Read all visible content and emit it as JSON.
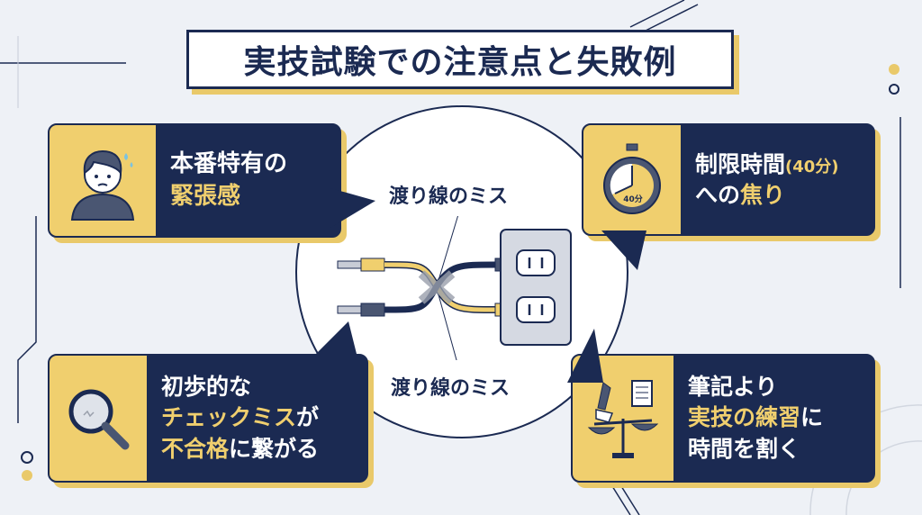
{
  "title": "実技試験での注意点と失敗例",
  "center": {
    "label_top": "渡り線のミス",
    "label_bottom": "渡り線のミス"
  },
  "cards": [
    {
      "icon": "nervous-person-icon",
      "lines": [
        [
          {
            "t": "本番特有の",
            "h": false
          }
        ],
        [
          {
            "t": "緊張感",
            "h": true
          }
        ]
      ]
    },
    {
      "icon": "stopwatch-icon",
      "icon_text": "40分",
      "lines": [
        [
          {
            "t": "制限時間",
            "h": false
          },
          {
            "t": "(40分)",
            "h": true
          }
        ],
        [
          {
            "t": "への",
            "h": false
          },
          {
            "t": "焦り",
            "h": true
          }
        ]
      ]
    },
    {
      "icon": "magnifier-icon",
      "lines": [
        [
          {
            "t": "初歩的な",
            "h": false
          }
        ],
        [
          {
            "t": "チェックミス",
            "h": true
          },
          {
            "t": "が",
            "h": false
          }
        ],
        [
          {
            "t": "不合格",
            "h": true
          },
          {
            "t": "に繋がる",
            "h": false
          }
        ]
      ]
    },
    {
      "icon": "balance-scale-icon",
      "lines": [
        [
          {
            "t": "筆記より",
            "h": false
          }
        ],
        [
          {
            "t": "実技の練習",
            "h": true
          },
          {
            "t": "に",
            "h": false
          }
        ],
        [
          {
            "t": "時間を割く",
            "h": false
          }
        ]
      ]
    }
  ],
  "colors": {
    "navy": "#1b2a52",
    "yellow": "#f0cf6e",
    "bg": "#eef1f6"
  }
}
